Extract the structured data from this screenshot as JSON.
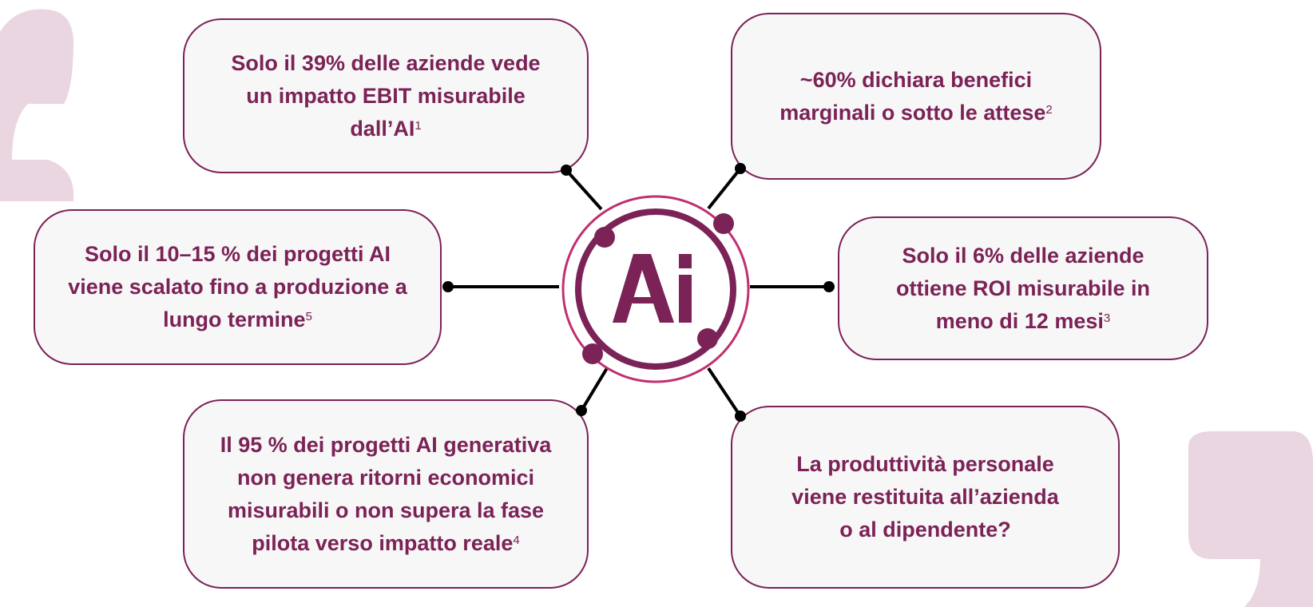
{
  "colors": {
    "accent": "#7b2257",
    "ring": "#c0306e",
    "quote": "#ead6e0",
    "box_bg": "#f7f7f7"
  },
  "center_logo": {
    "text": "Ai"
  },
  "boxes": [
    {
      "text": "Solo il 39% delle aziende vede un impatto EBIT misurabile dall’AI",
      "note": "1"
    },
    {
      "text": "~60% dichiara benefici marginali o sotto le attese",
      "note": "2"
    },
    {
      "text": "Solo il 10–15 % dei progetti AI viene scalato fino a produzione a lungo termine",
      "note": "5"
    },
    {
      "text": "Solo il 6% delle aziende ottiene ROI misurabile in meno di 12 mesi",
      "note": "3"
    },
    {
      "text": "Il 95 % dei progetti AI generativa non genera ritorni economici misurabili o non supera la fase pilota verso impatto reale",
      "note": "4"
    },
    {
      "text": "La produttività personale viene restituita all’azienda o al dipendente?"
    }
  ]
}
